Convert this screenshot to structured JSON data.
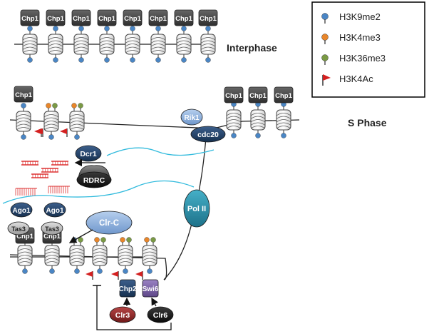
{
  "legend": {
    "items": [
      {
        "label": "H3K9me2",
        "color": "#4a86c5"
      },
      {
        "label": "H3K4me3",
        "color": "#e8862a"
      },
      {
        "label": "H3K36me3",
        "color": "#7a9a44"
      },
      {
        "label": "H3K4Ac",
        "color": "#d42020"
      }
    ]
  },
  "phases": {
    "interphase": "Interphase",
    "s_phase": "S Phase"
  },
  "labels": {
    "chp1": "Chp1",
    "rik1": "Rik1",
    "cdc20": "cdc20",
    "dcr1": "Dcr1",
    "rdrc": "RDRC",
    "pol2": "Pol II",
    "ago1": "Ago1",
    "tas3": "Tas3",
    "clrc": "Clr-C",
    "chp2": "Chp2",
    "swi6": "Swi6",
    "clr3": "Clr3",
    "clr6": "Clr6"
  },
  "colors": {
    "chp1_box": "#444444",
    "dark_blue": "#1f3a5c",
    "light_blue": "#8fb3de",
    "teal": "#2a8ea8",
    "purple": "#7a5fa8",
    "dark_red": "#8a2020",
    "black": "#111111",
    "rna_cyan": "#33bbdd",
    "sirna_red": "#dd3333"
  }
}
